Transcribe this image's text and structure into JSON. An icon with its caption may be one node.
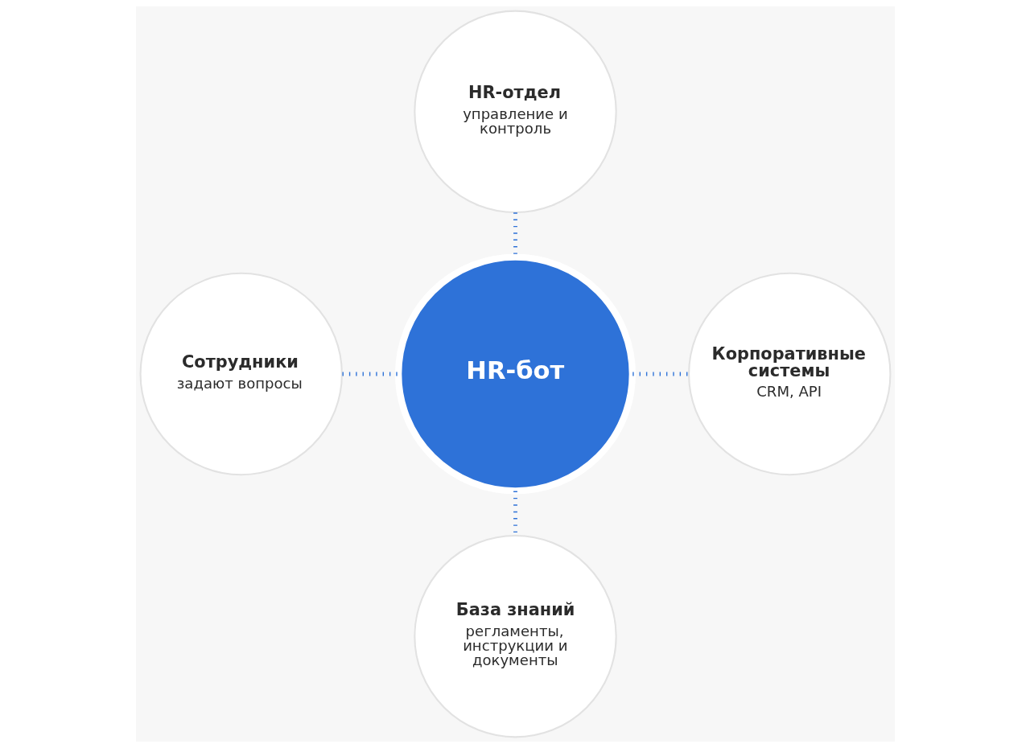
{
  "diagram": {
    "nodes": [
      {
        "text": [
          "HR-отдел",
          "управление и контроль"
        ]
      },
      {
        "text": [
          "Сотрудники",
          "задают вопросы"
        ]
      },
      {
        "text": [
          "HR-бот"
        ]
      },
      {
        "text": [
          "Корпоративные системы",
          "CRM, API"
        ]
      },
      {
        "text": [
          "База знаний",
          "регламенты, инструкции и документы"
        ]
      }
    ],
    "edges": [
      {
        "from": 0,
        "to": 2,
        "arrow": "none",
        "style": "dashed"
      },
      {
        "from": 1,
        "to": 2,
        "arrow": "none",
        "style": "dashed"
      },
      {
        "from": 2,
        "to": 3,
        "arrow": "none",
        "style": "dashed"
      },
      {
        "from": 2,
        "to": 4,
        "arrow": "none",
        "style": "dashed"
      }
    ]
  }
}
